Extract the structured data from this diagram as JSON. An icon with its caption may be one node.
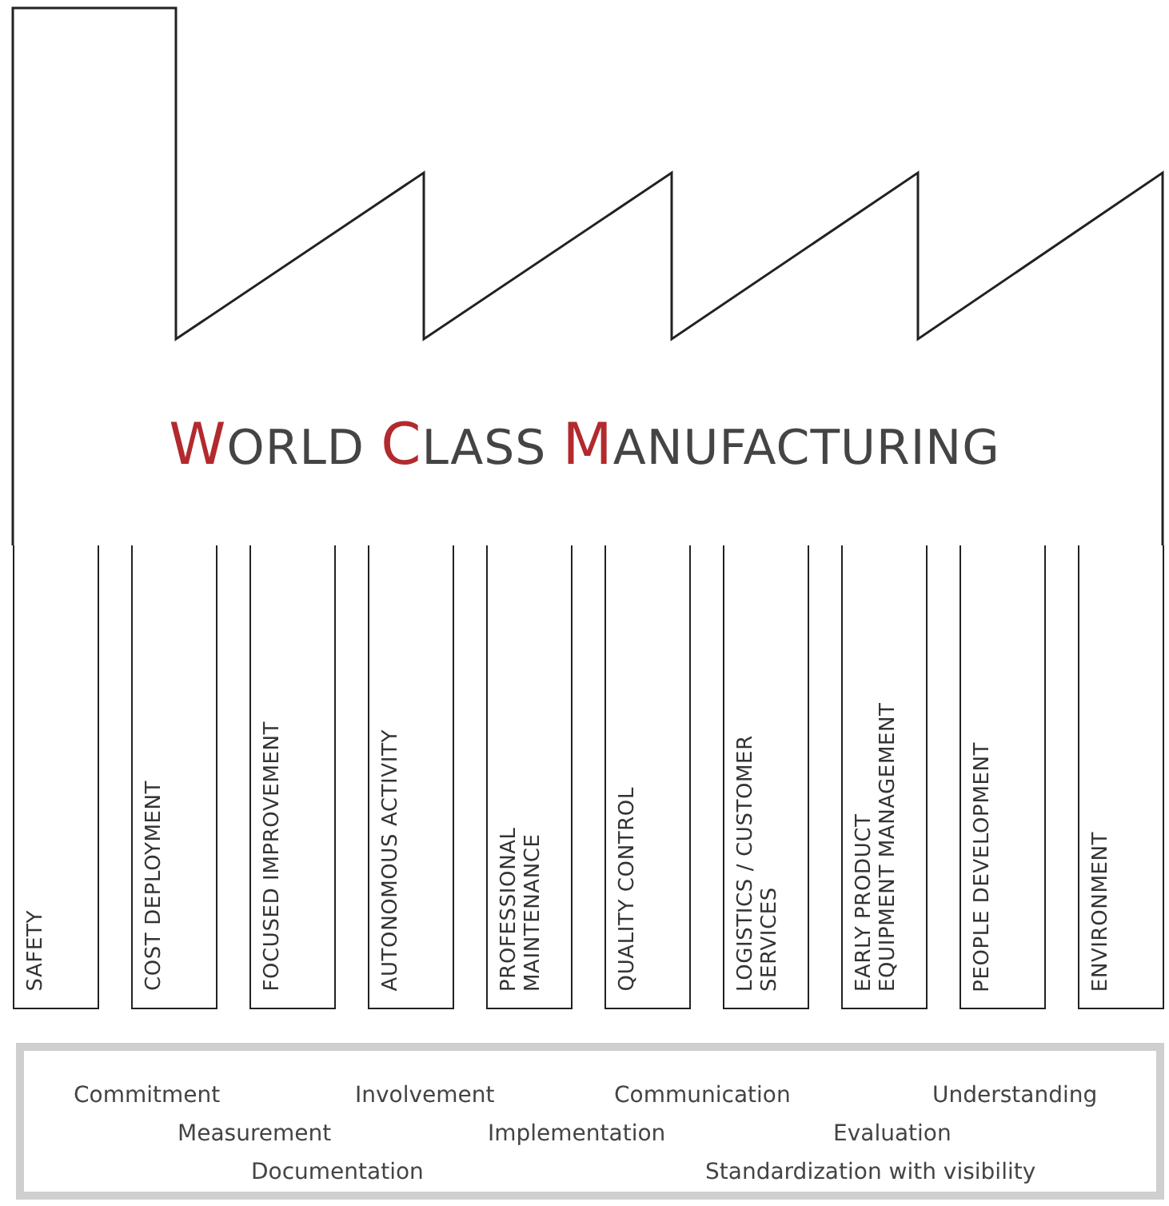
{
  "diagram": {
    "nodes": [
      {
        "text": [
          "WORLD CLASS MANUFACTURING"
        ]
      },
      {
        "text": [
          "SAFETY"
        ]
      },
      {
        "text": [
          "COST DEPLOYMENT"
        ]
      },
      {
        "text": [
          "FOCUSED IMPROVEMENT"
        ]
      },
      {
        "text": [
          "AUTONOMOUS ACTIVITY"
        ]
      },
      {
        "text": [
          "PROFESSIONAL MAINTENANCE"
        ]
      },
      {
        "text": [
          "QUALITY CONTROL"
        ]
      },
      {
        "text": [
          "LOGISTICS / CUSTOMER SERVICES"
        ]
      },
      {
        "text": [
          "EARLY PRODUCT EQUIPMENT MANAGEMENT"
        ]
      },
      {
        "text": [
          "PEOPLE DEVELOPMENT"
        ]
      },
      {
        "text": [
          "ENVIRONMENT"
        ]
      },
      {
        "text": [
          "Commitment",
          "Involvement",
          "Communication",
          "Understanding",
          "Measurement",
          "Implementation",
          "Evaluation",
          "Documentation",
          "Standardization with visibility"
        ]
      }
    ]
  }
}
